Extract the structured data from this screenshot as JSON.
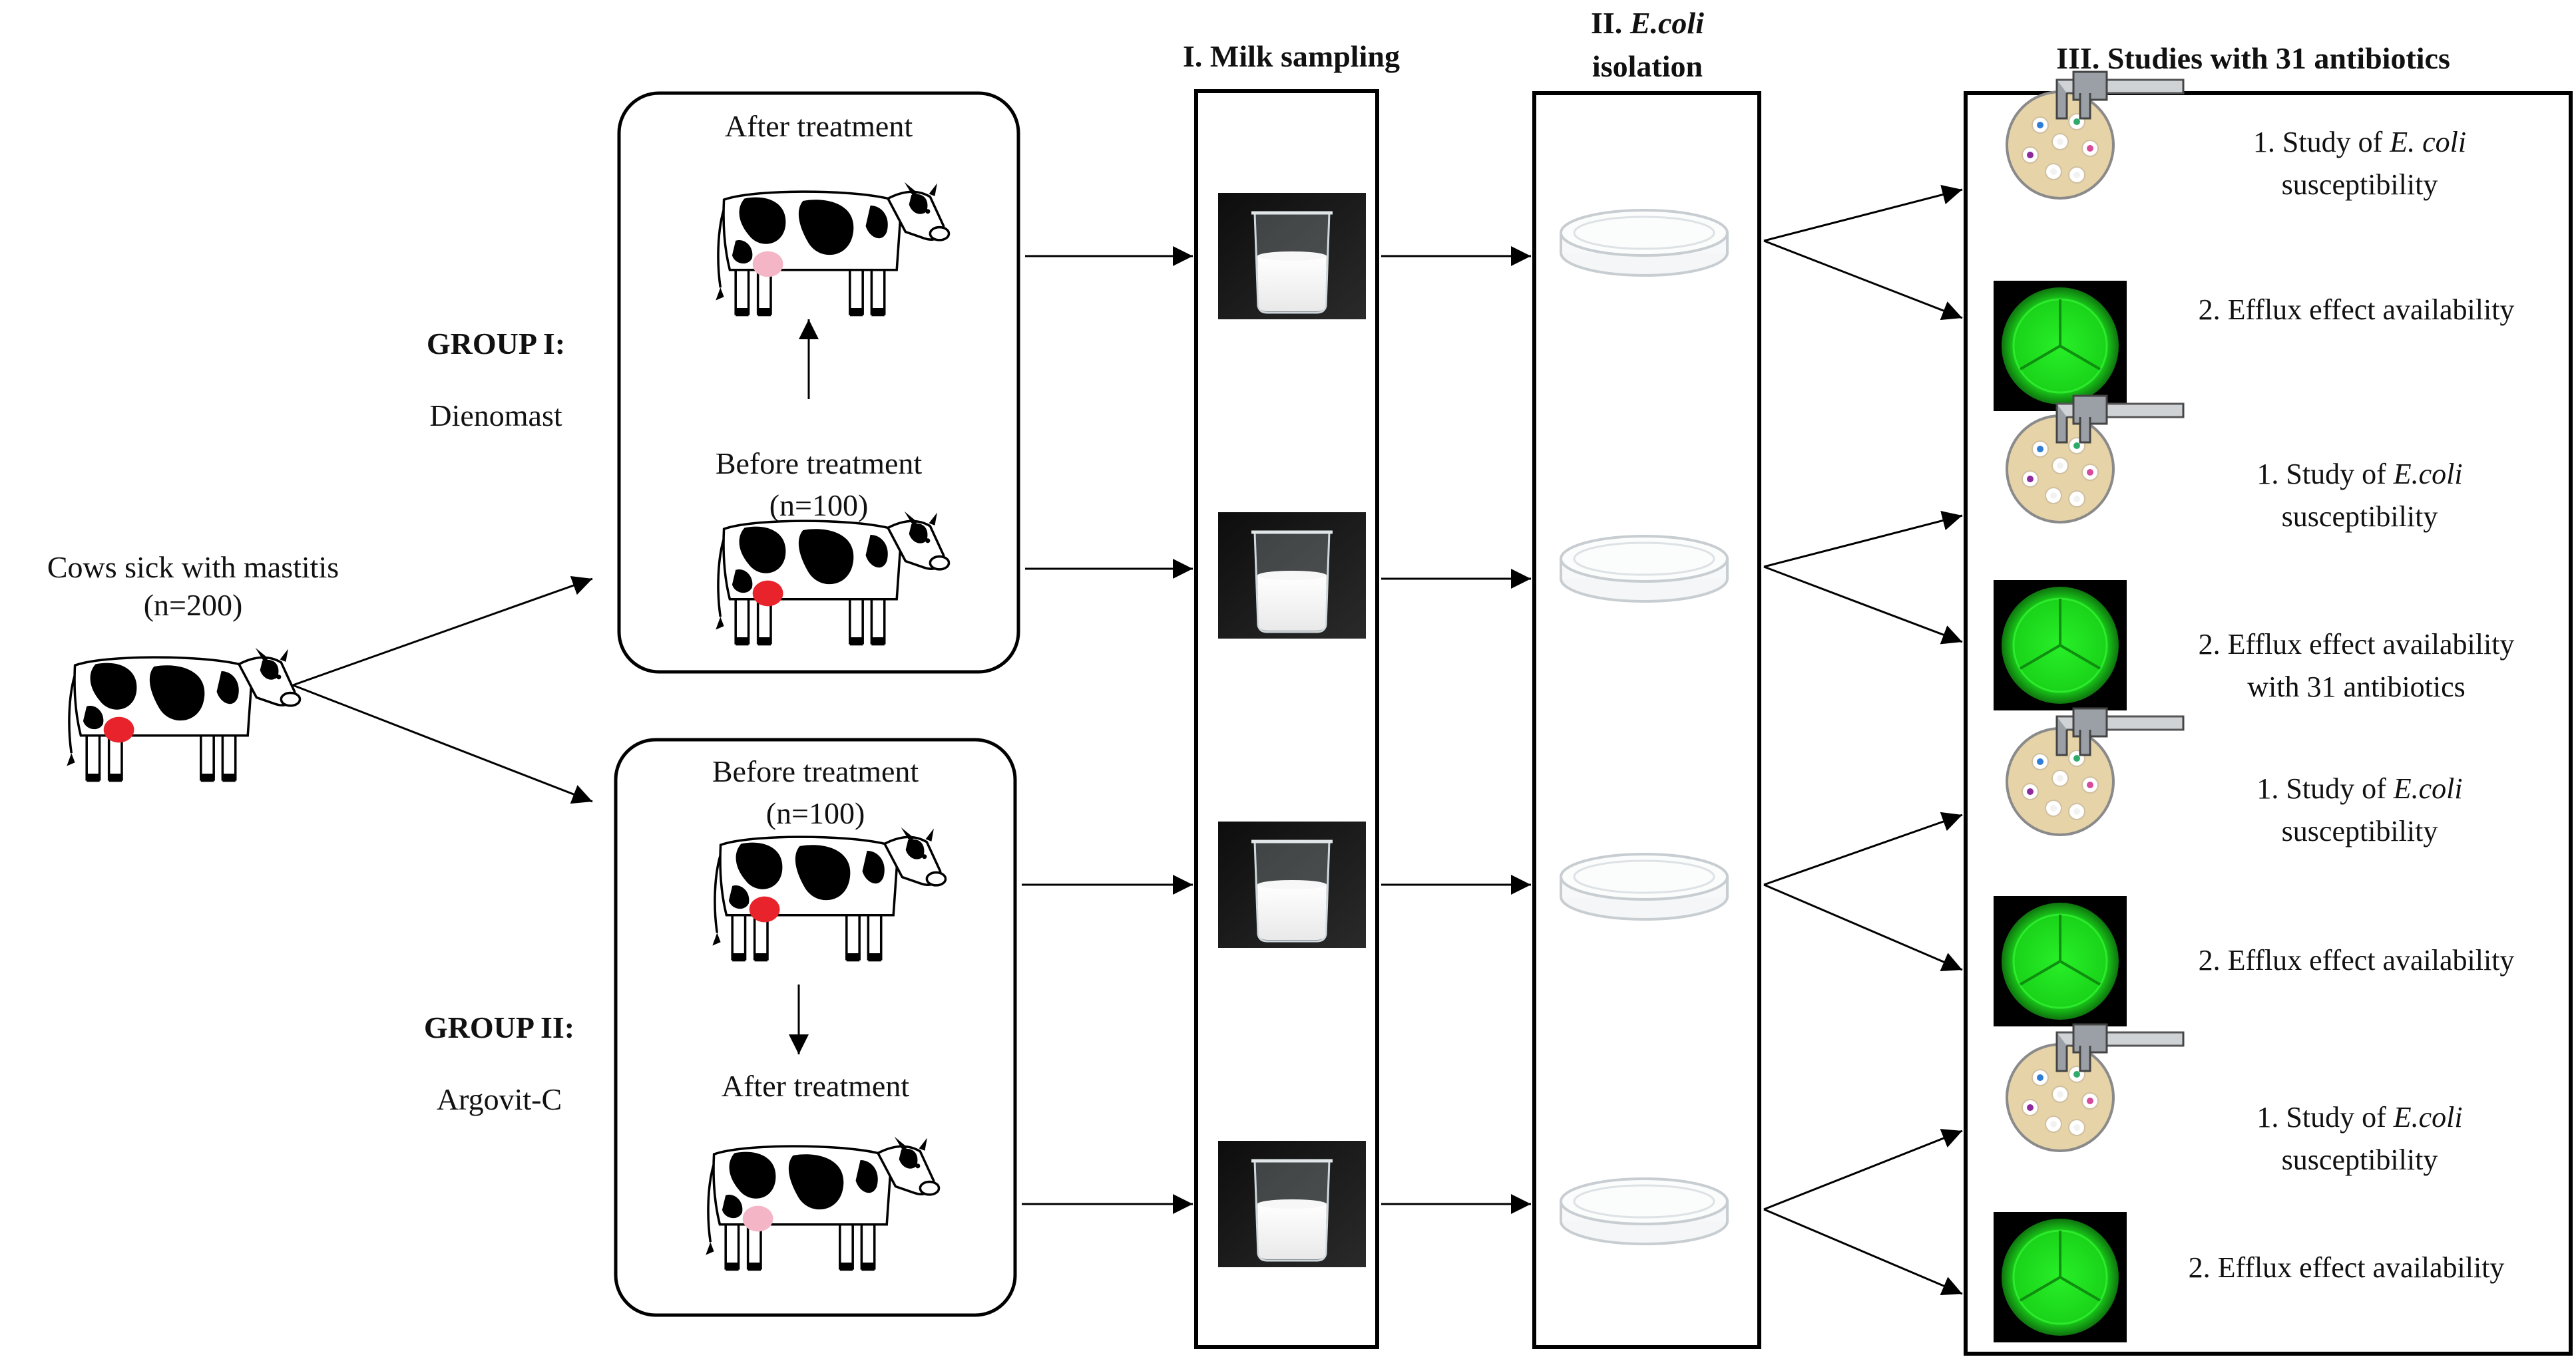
{
  "source": {
    "title": "Cows sick with mastitis",
    "count": "(n=200)"
  },
  "groups": [
    {
      "label": "GROUP I:",
      "drug": "Dienomast",
      "top_label": "After treatment",
      "bottom_label": "Before treatment",
      "count": "(n=100)"
    },
    {
      "label": "GROUP II:",
      "drug": "Argovit-C",
      "top_label": "Before treatment",
      "bottom_label": "After treatment",
      "count": "(n=100)"
    }
  ],
  "stages": {
    "milk": "I. Milk sampling",
    "isolation_line1": "II. ",
    "isolation_italic": "E.coli",
    "isolation_line2": "isolation",
    "studies": "III. Studies with 31 antibiotics"
  },
  "studies": [
    {
      "susc_prefix": "1. Study of ",
      "susc_species": "E. coli",
      "susc_suffix": "susceptibility",
      "efflux_line1": "2. Efflux effect availability",
      "efflux_line2": ""
    },
    {
      "susc_prefix": "1. Study of ",
      "susc_species": "E.coli",
      "susc_suffix": "susceptibility",
      "efflux_line1": "2. Efflux effect availability",
      "efflux_line2": "with 31 antibiotics"
    },
    {
      "susc_prefix": "1. Study of ",
      "susc_species": "E.coli",
      "susc_suffix": "susceptibility",
      "efflux_line1": "2. Efflux effect availability",
      "efflux_line2": ""
    },
    {
      "susc_prefix": "1. Study of ",
      "susc_species": "E.coli",
      "susc_suffix": "susceptibility",
      "efflux_line1": "2. Efflux effect availability",
      "efflux_line2": ""
    }
  ],
  "colors": {
    "udder_sick": "#e8232b",
    "udder_healthy": "#f4b6c6",
    "agar": "#e6d3a8",
    "fluorescence": "#1fe01f"
  }
}
